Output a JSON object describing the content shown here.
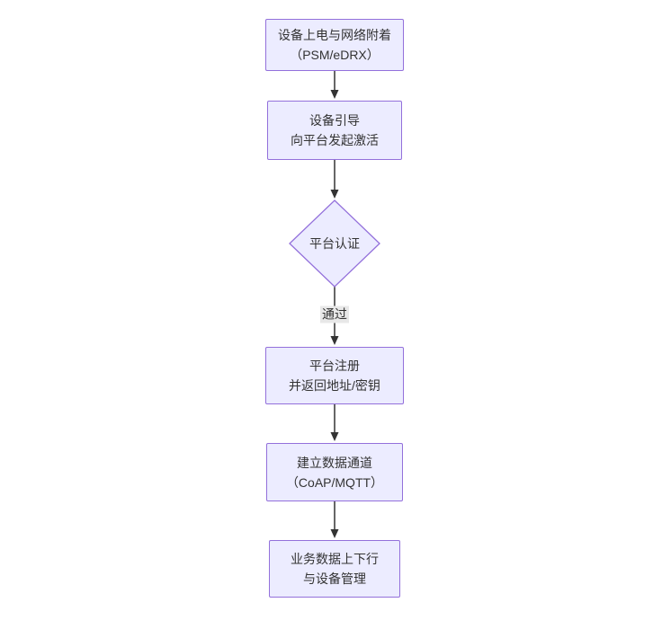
{
  "diagram": {
    "type": "flowchart-top-down",
    "colors": {
      "background": "#ffffff",
      "node_fill": "#ECECFF",
      "node_border": "#9370DB",
      "edge_color": "#333333",
      "edge_label_bg": "#e8e8e8",
      "text_color": "#333333"
    },
    "nodes": [
      {
        "id": "power-attach",
        "shape": "rect",
        "lines": [
          "设备上电与网络附着",
          "（PSM/eDRX）"
        ]
      },
      {
        "id": "bootstrap",
        "shape": "rect",
        "lines": [
          "设备引导",
          "向平台发起激活"
        ]
      },
      {
        "id": "platform-auth",
        "shape": "diamond",
        "lines": [
          "平台认证"
        ]
      },
      {
        "id": "register",
        "shape": "rect",
        "lines": [
          "平台注册",
          "并返回地址/密钥"
        ]
      },
      {
        "id": "data-channel",
        "shape": "rect",
        "lines": [
          "建立数据通道",
          "（CoAP/MQTT）"
        ]
      },
      {
        "id": "business",
        "shape": "rect",
        "lines": [
          "业务数据上下行",
          "与设备管理"
        ]
      }
    ],
    "edges": [
      {
        "from": "power-attach",
        "to": "bootstrap",
        "label": ""
      },
      {
        "from": "bootstrap",
        "to": "platform-auth",
        "label": ""
      },
      {
        "from": "platform-auth",
        "to": "register",
        "label": "通过"
      },
      {
        "from": "register",
        "to": "data-channel",
        "label": ""
      },
      {
        "from": "data-channel",
        "to": "business",
        "label": ""
      }
    ]
  }
}
